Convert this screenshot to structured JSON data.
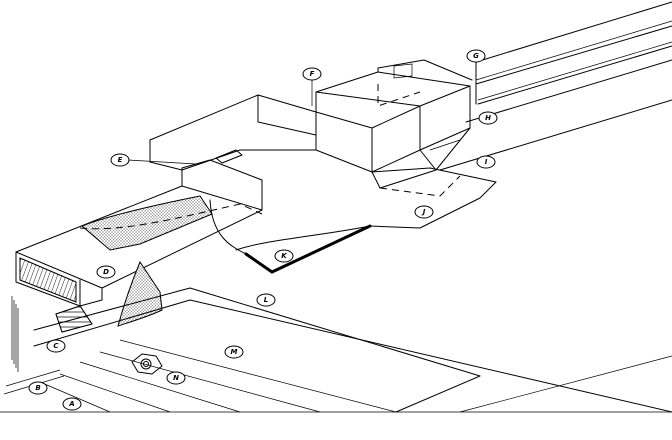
{
  "callouts": [
    {
      "id": "A",
      "text": "A"
    },
    {
      "id": "B",
      "text": "B"
    },
    {
      "id": "C",
      "text": "C"
    },
    {
      "id": "D",
      "text": "D"
    },
    {
      "id": "E",
      "text": "E"
    },
    {
      "id": "F",
      "text": "F"
    },
    {
      "id": "G",
      "text": "G"
    },
    {
      "id": "H",
      "text": "H"
    },
    {
      "id": "I",
      "text": "I"
    },
    {
      "id": "J",
      "text": "J"
    },
    {
      "id": "K",
      "text": "K"
    },
    {
      "id": "L",
      "text": "L"
    },
    {
      "id": "M",
      "text": "M"
    },
    {
      "id": "N",
      "text": "N"
    }
  ]
}
